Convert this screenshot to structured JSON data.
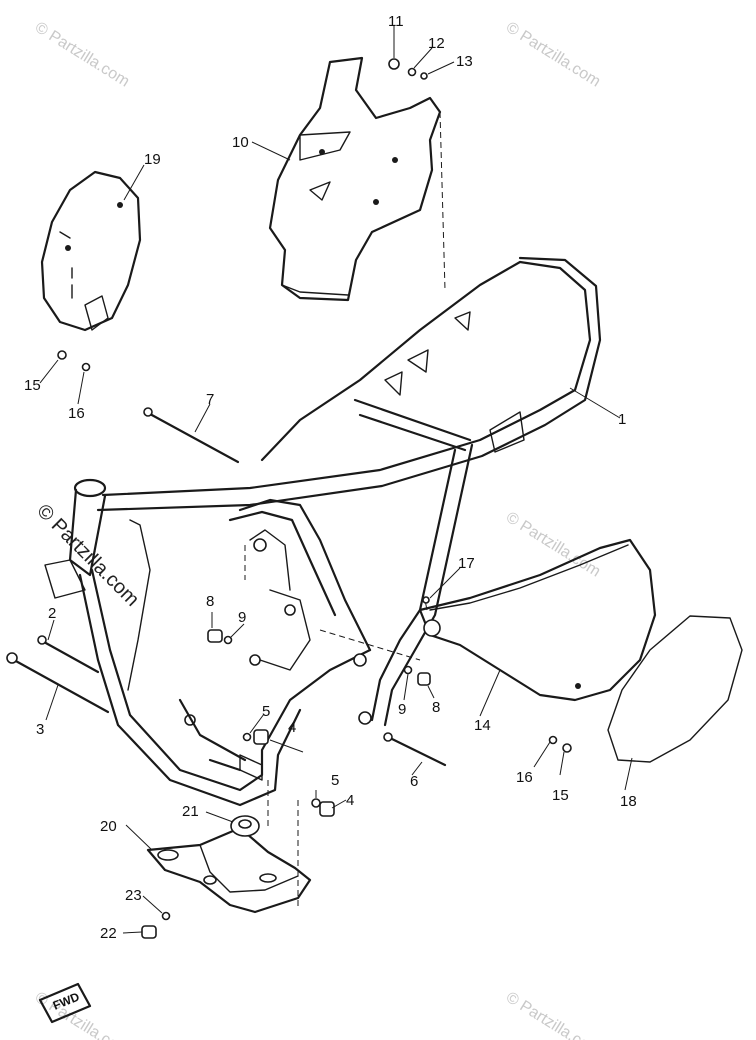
{
  "callouts": [
    {
      "id": "c1",
      "text": "1"
    },
    {
      "id": "c2",
      "text": "2"
    },
    {
      "id": "c3",
      "text": "3"
    },
    {
      "id": "c4a",
      "text": "4"
    },
    {
      "id": "c4b",
      "text": "4"
    },
    {
      "id": "c5a",
      "text": "5"
    },
    {
      "id": "c5b",
      "text": "5"
    },
    {
      "id": "c6",
      "text": "6"
    },
    {
      "id": "c7",
      "text": "7"
    },
    {
      "id": "c8a",
      "text": "8"
    },
    {
      "id": "c8b",
      "text": "8"
    },
    {
      "id": "c9a",
      "text": "9"
    },
    {
      "id": "c9b",
      "text": "9"
    },
    {
      "id": "c10",
      "text": "10"
    },
    {
      "id": "c11",
      "text": "11"
    },
    {
      "id": "c12",
      "text": "12"
    },
    {
      "id": "c13",
      "text": "13"
    },
    {
      "id": "c14",
      "text": "14"
    },
    {
      "id": "c15a",
      "text": "15"
    },
    {
      "id": "c15b",
      "text": "15"
    },
    {
      "id": "c16a",
      "text": "16"
    },
    {
      "id": "c16b",
      "text": "16"
    },
    {
      "id": "c17",
      "text": "17"
    },
    {
      "id": "c18",
      "text": "18"
    },
    {
      "id": "c19",
      "text": "19"
    },
    {
      "id": "c20",
      "text": "20"
    },
    {
      "id": "c21",
      "text": "21"
    },
    {
      "id": "c22",
      "text": "22"
    },
    {
      "id": "c23",
      "text": "23"
    }
  ],
  "fwd_label": "FWD",
  "watermark": "© Partzilla.com"
}
